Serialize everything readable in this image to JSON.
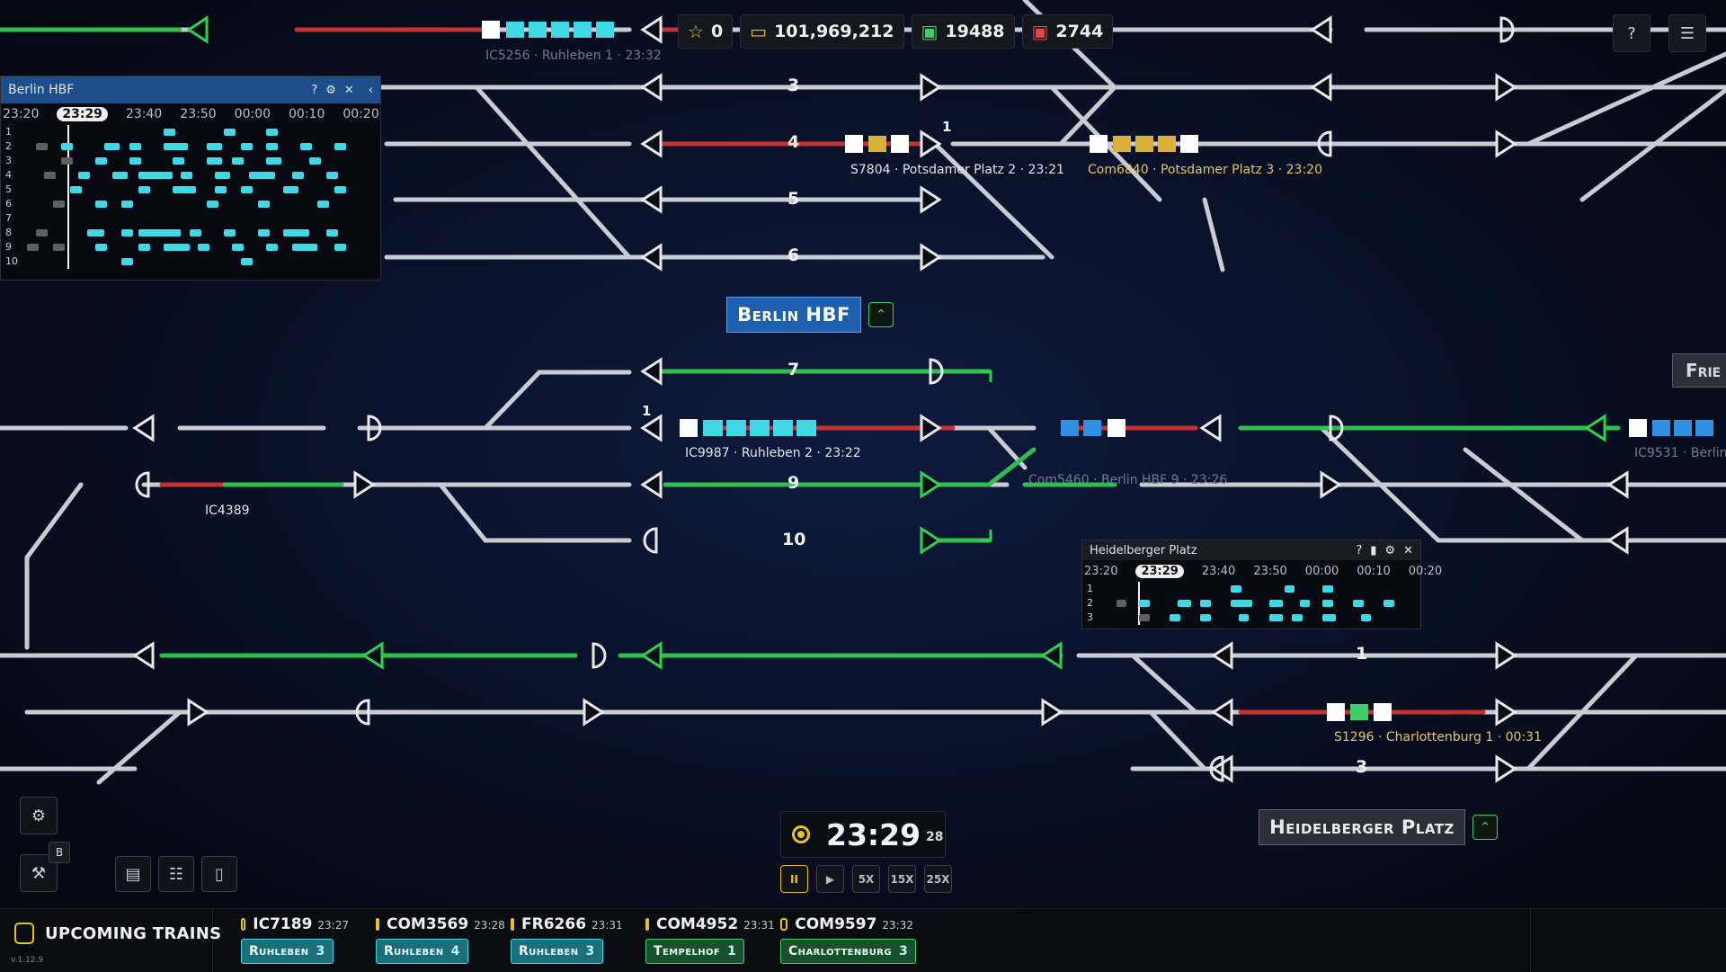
{
  "stats": {
    "stars": "0",
    "money": "101,969,212",
    "trains_ok": "19488",
    "trains_bad": "2744",
    "colors": {
      "star": "#e8c21a",
      "money": "#e8c21a",
      "ok": "#3fcf6a",
      "bad": "#e64545"
    }
  },
  "top_right": {
    "help_icon": "question-box-icon",
    "menu_icon": "list-icon"
  },
  "berlin_panel": {
    "title": "Berlin HBF",
    "times": [
      "23:20",
      "23:29",
      "23:40",
      "23:50",
      "00:00",
      "00:10",
      "00:20"
    ],
    "current": "23:29",
    "rows": [
      "1",
      "2",
      "3",
      "4",
      "5",
      "6",
      "7",
      "8",
      "9",
      "10"
    ]
  },
  "heidelberg_panel": {
    "title": "Heidelberger Platz",
    "times": [
      "23:20",
      "23:29",
      "23:40",
      "23:50",
      "00:00",
      "00:10",
      "00:20"
    ],
    "current": "23:29",
    "rows": [
      "1",
      "2",
      "3"
    ]
  },
  "stations": {
    "berlin": "Berlin HBF",
    "heidelberg": "Heidelberger Platz",
    "partial": "Frie"
  },
  "track_numbers": {
    "t3": "3",
    "t4": "4",
    "t5": "5",
    "t6": "6",
    "t7": "7",
    "t9": "9",
    "t10": "10",
    "h1": "1",
    "h3": "3",
    "train1_top": "1",
    "train1_mid": "1"
  },
  "map_labels": {
    "ic5256": "IC5256 · Ruhleben  1 · 23:32",
    "s7804": "S7804 · Potsdamer Platz  2 · 23:21",
    "com6840": "Com6840 · Potsdamer Platz  3 · 23:20",
    "ic9987": "IC9987 · Ruhleben  2 · 23:22",
    "com5460": "Com5460 · Berlin HBF  9 · 23:26",
    "ic4389": "IC4389",
    "ic9531": "IC9531 · Berlin",
    "s1296": "S1296 · Charlottenburg  1 · 00:31"
  },
  "clock": {
    "time": "23:29",
    "seconds": "28"
  },
  "speed_buttons": [
    "II",
    "▶",
    "5X",
    "15X",
    "25X"
  ],
  "tools": {
    "badge": "B"
  },
  "upcoming": {
    "label": "UPCOMING TRAINS",
    "version": "v.1.12.9",
    "trains": [
      {
        "id": "IC7189",
        "time": "23:27",
        "dest": "Ruhleben",
        "platform": "3",
        "color": "cyan"
      },
      {
        "id": "COM3569",
        "time": "23:28",
        "dest": "Ruhleben",
        "platform": "4",
        "color": "cyan"
      },
      {
        "id": "FR6266",
        "time": "23:31",
        "dest": "Ruhleben",
        "platform": "3",
        "color": "cyan"
      },
      {
        "id": "COM4952",
        "time": "23:31",
        "dest": "Tempelhof",
        "platform": "1",
        "color": "green"
      },
      {
        "id": "COM9597",
        "time": "23:32",
        "dest": "Charlottenburg",
        "platform": "3",
        "color": "green"
      }
    ]
  }
}
